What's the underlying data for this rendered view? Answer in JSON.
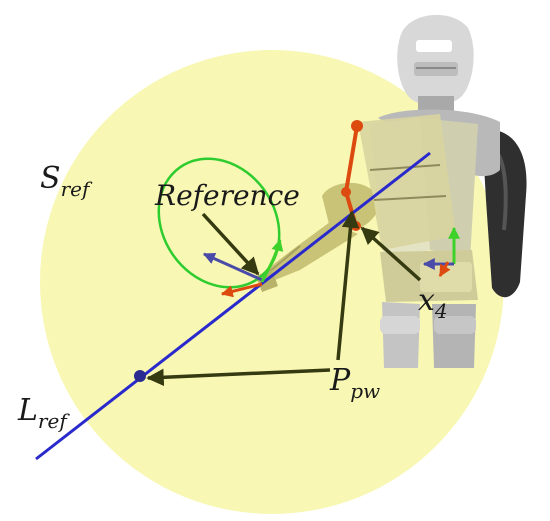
{
  "labels": {
    "s_ref_main": "S",
    "s_ref_sub": "ref",
    "reference": "Reference",
    "x4_main": "x",
    "x4_sub": "4",
    "p_pw_main": "P",
    "p_pw_sub": "pw",
    "l_ref_main": "L",
    "l_ref_sub": "ref"
  },
  "colors": {
    "workspace_sphere": "#f8f7b4",
    "reference_ellipse": "#2ecc2e",
    "reference_line": "#2a2acc",
    "pointer_arrows": "#353a10",
    "robot_arm": "#c9c377",
    "chain_orange": "#dd4a10",
    "frame_green": "#3dd22a",
    "frame_blue": "#4a4aa8",
    "frame_red": "#dd4a10"
  }
}
